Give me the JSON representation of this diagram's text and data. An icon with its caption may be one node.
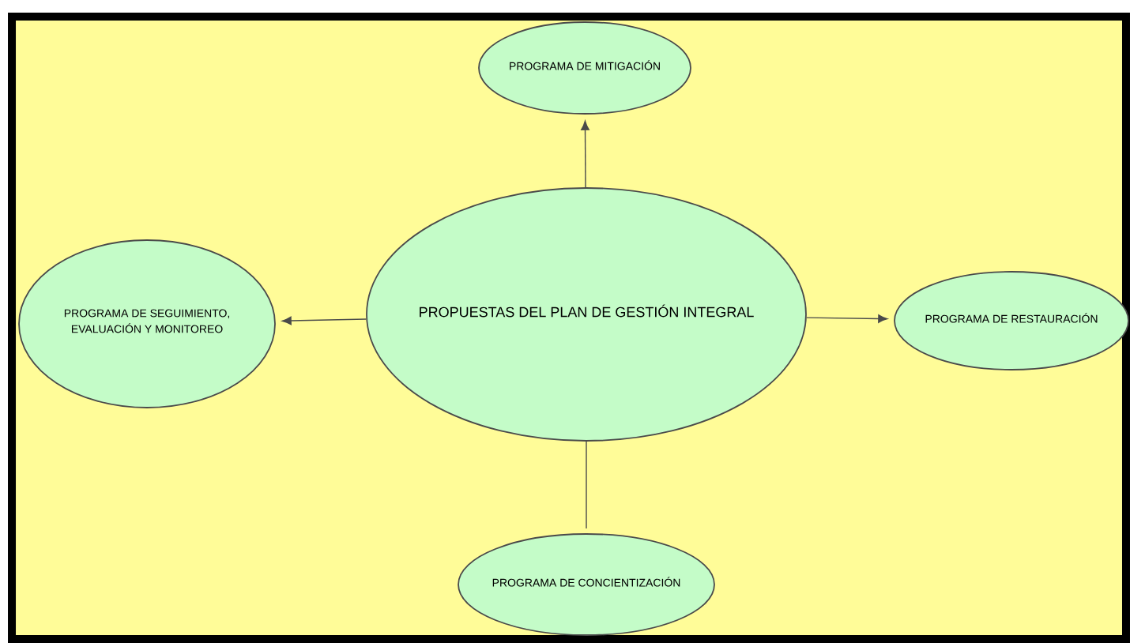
{
  "diagram": {
    "nodes": [
      {
        "text": [
          "PROPUESTAS DEL PLAN DE GESTIÓN INTEGRAL"
        ]
      },
      {
        "text": [
          "PROGRAMA DE MITIGACIÓN"
        ]
      },
      {
        "text": [
          "PROGRAMA DE SEGUIMIENTO, EVALUACIÓN Y MONITOREO"
        ]
      },
      {
        "text": [
          "PROGRAMA DE RESTAURACIÓN"
        ]
      },
      {
        "text": [
          "PROGRAMA DE CONCIENTIZACIÓN"
        ]
      }
    ],
    "edges": [
      {
        "from": 0,
        "to": 1,
        "arrow": "to"
      },
      {
        "from": 0,
        "to": 2,
        "arrow": "to"
      },
      {
        "from": 0,
        "to": 3,
        "arrow": "to"
      },
      {
        "from": 0,
        "to": 4,
        "arrow": "none"
      }
    ]
  }
}
